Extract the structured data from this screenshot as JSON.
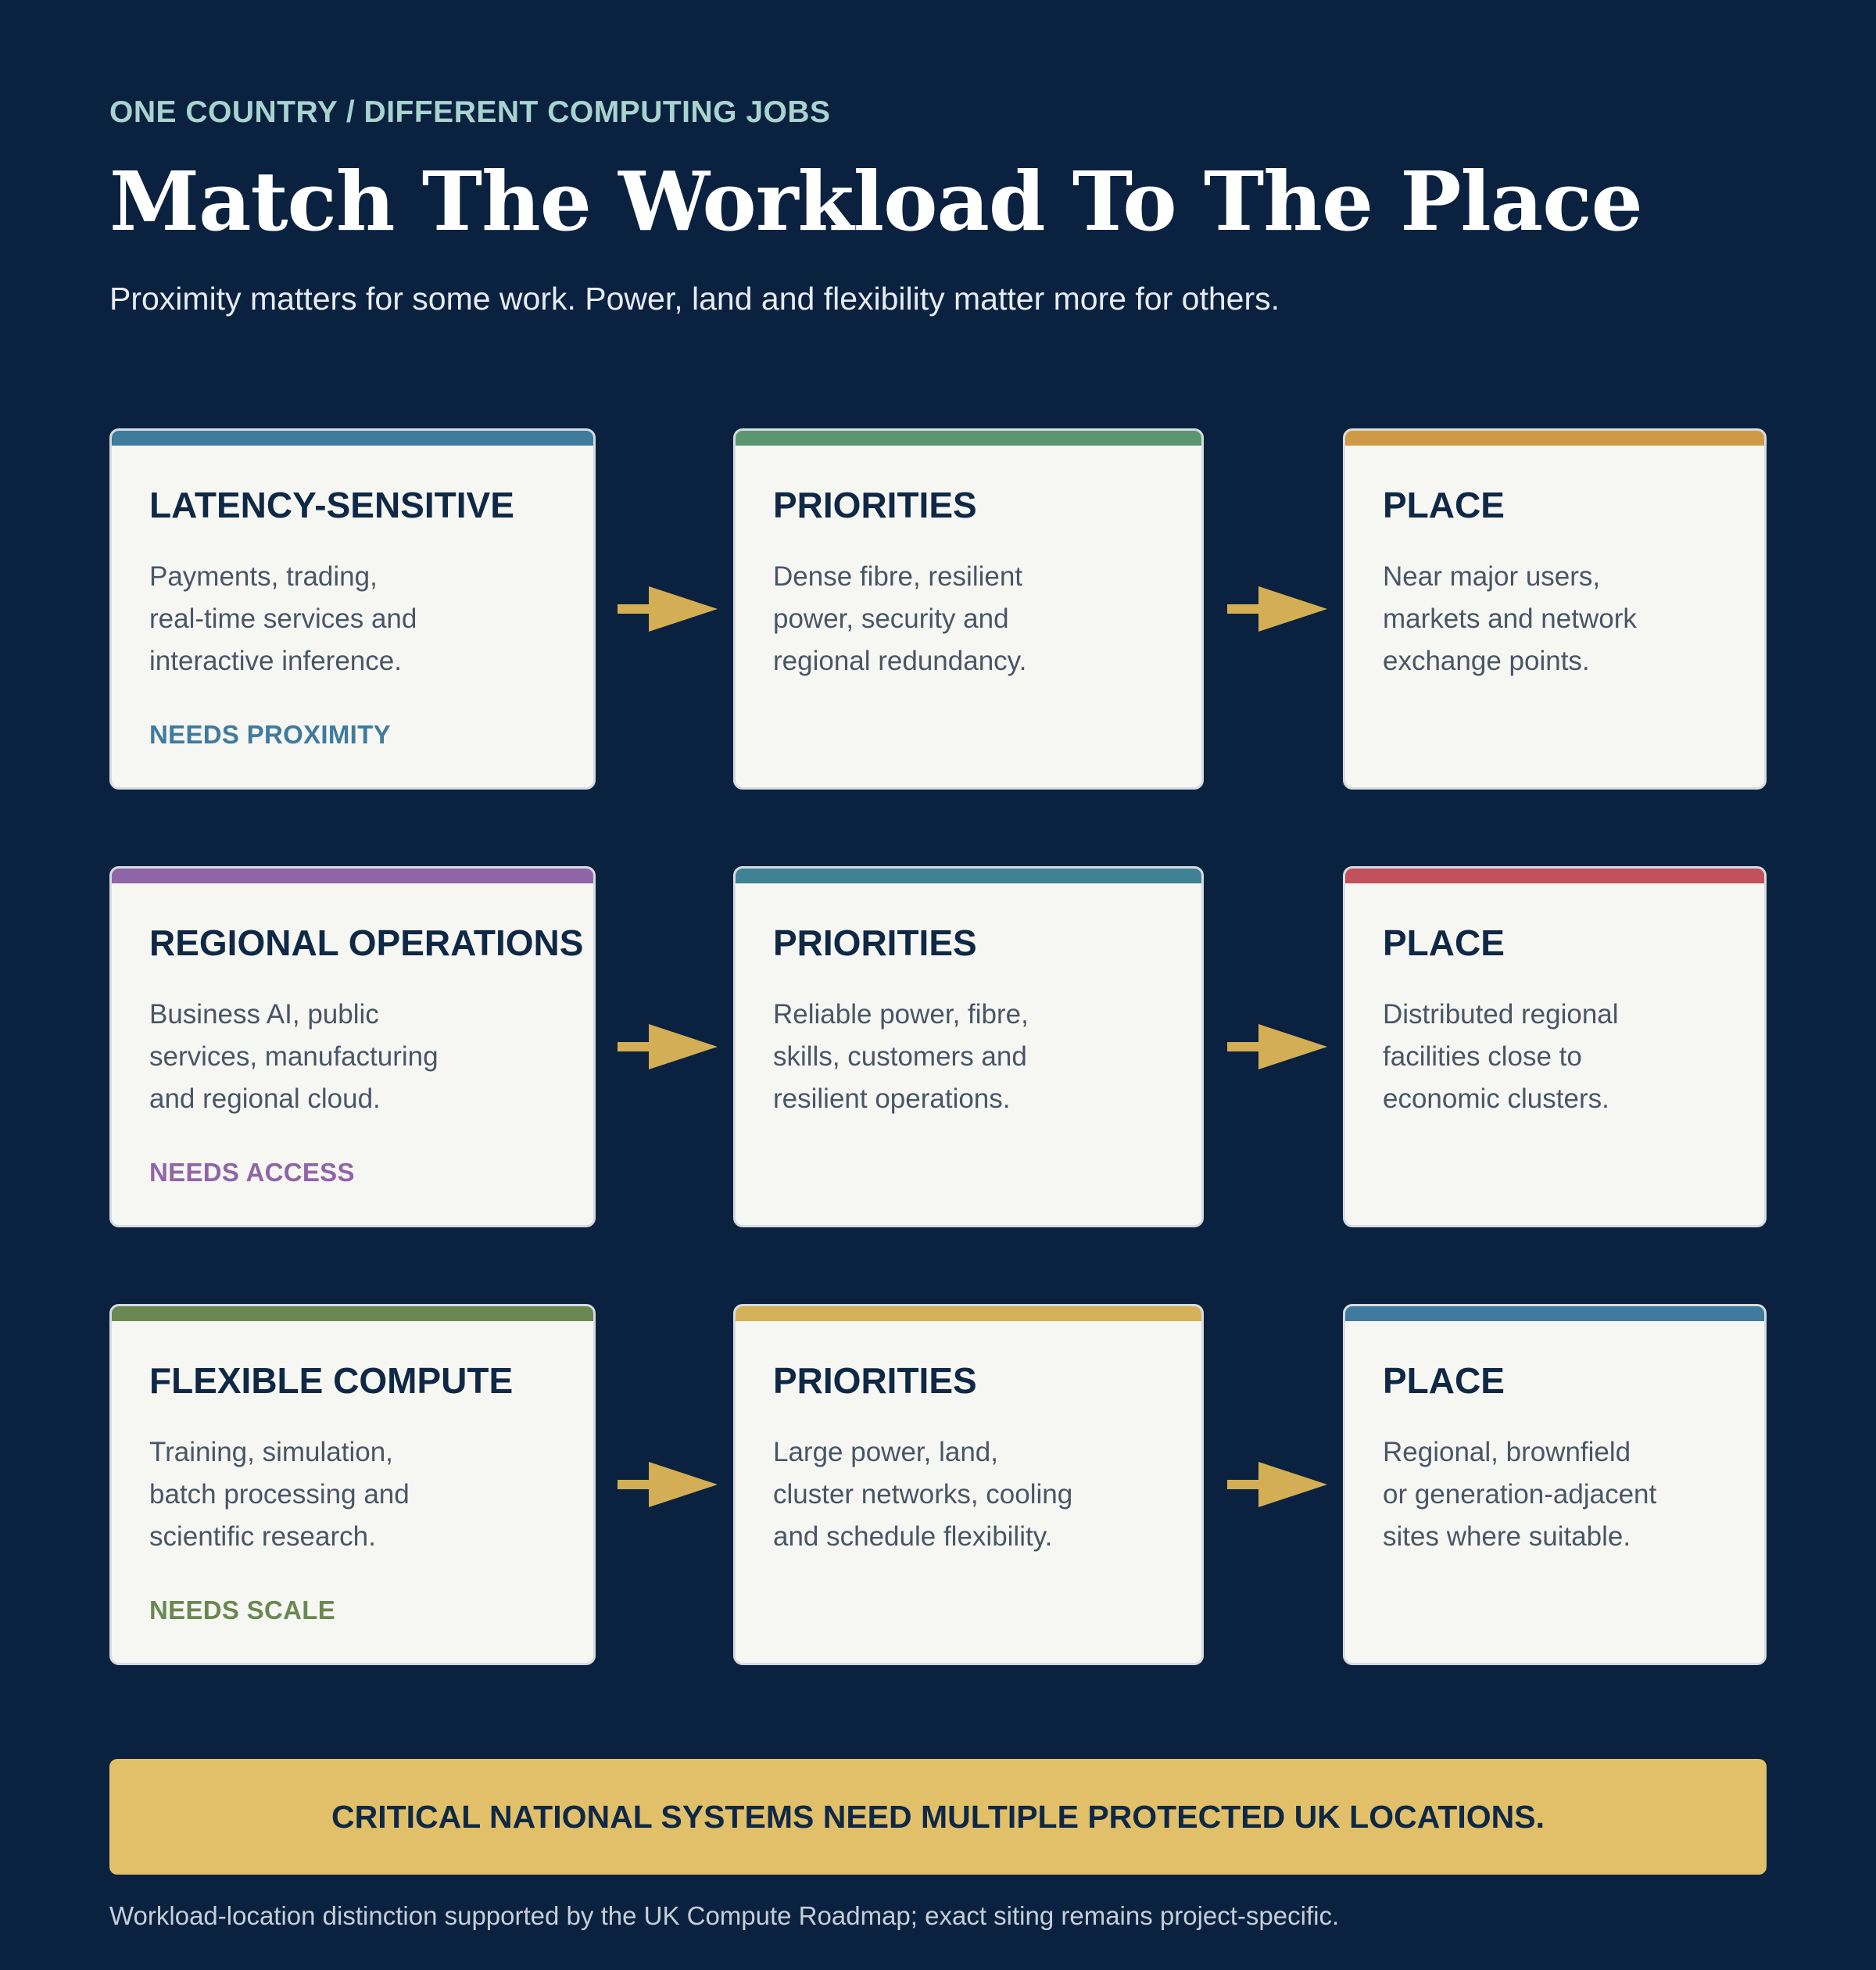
{
  "header": {
    "eyebrow": "ONE COUNTRY / DIFFERENT COMPUTING JOBS",
    "title": "Match The Workload To The Place",
    "subtitle": "Proximity matters for some work. Power, land and flexibility matter more for others."
  },
  "rows": [
    {
      "workload": {
        "title": "LATENCY-SENSITIVE",
        "lines": [
          "Payments, trading,",
          "real-time services and",
          "interactive inference."
        ],
        "tag": "NEEDS PROXIMITY",
        "accent": "#3f7b9c"
      },
      "priorities": {
        "title": "PRIORITIES",
        "lines": [
          "Dense fibre, resilient",
          "power, security and",
          "regional redundancy."
        ],
        "accent": "#5c9670"
      },
      "place": {
        "title": "PLACE",
        "lines": [
          "Near major users,",
          "markets and network",
          "exchange points."
        ],
        "accent": "#cf9a45"
      }
    },
    {
      "workload": {
        "title": "REGIONAL OPERATIONS",
        "lines": [
          "Business AI, public",
          "services, manufacturing",
          "and regional cloud."
        ],
        "tag": "NEEDS ACCESS",
        "accent": "#8f65a8"
      },
      "priorities": {
        "title": "PRIORITIES",
        "lines": [
          "Reliable power, fibre,",
          "skills, customers and",
          "resilient operations."
        ],
        "accent": "#3f8294"
      },
      "place": {
        "title": "PLACE",
        "lines": [
          "Distributed regional",
          "facilities close to",
          "economic clusters."
        ],
        "accent": "#c1515d"
      }
    },
    {
      "workload": {
        "title": "FLEXIBLE COMPUTE",
        "lines": [
          "Training, simulation,",
          "batch processing and",
          "scientific research."
        ],
        "tag": "NEEDS SCALE",
        "accent": "#6a8852"
      },
      "priorities": {
        "title": "PRIORITIES",
        "lines": [
          "Large power, land,",
          "cluster networks, cooling",
          "and schedule flexibility."
        ],
        "accent": "#d4b157"
      },
      "place": {
        "title": "PLACE",
        "lines": [
          "Regional, brownfield",
          "or generation-adjacent",
          "sites where suitable."
        ],
        "accent": "#3f7b9c"
      }
    }
  ],
  "arrow_color": "#d4ae54",
  "banner": {
    "text": "CRITICAL NATIONAL SYSTEMS NEED MULTIPLE PROTECTED UK LOCATIONS."
  },
  "footnote": "Workload-location distinction supported by the UK Compute Roadmap; exact siting remains project-specific."
}
